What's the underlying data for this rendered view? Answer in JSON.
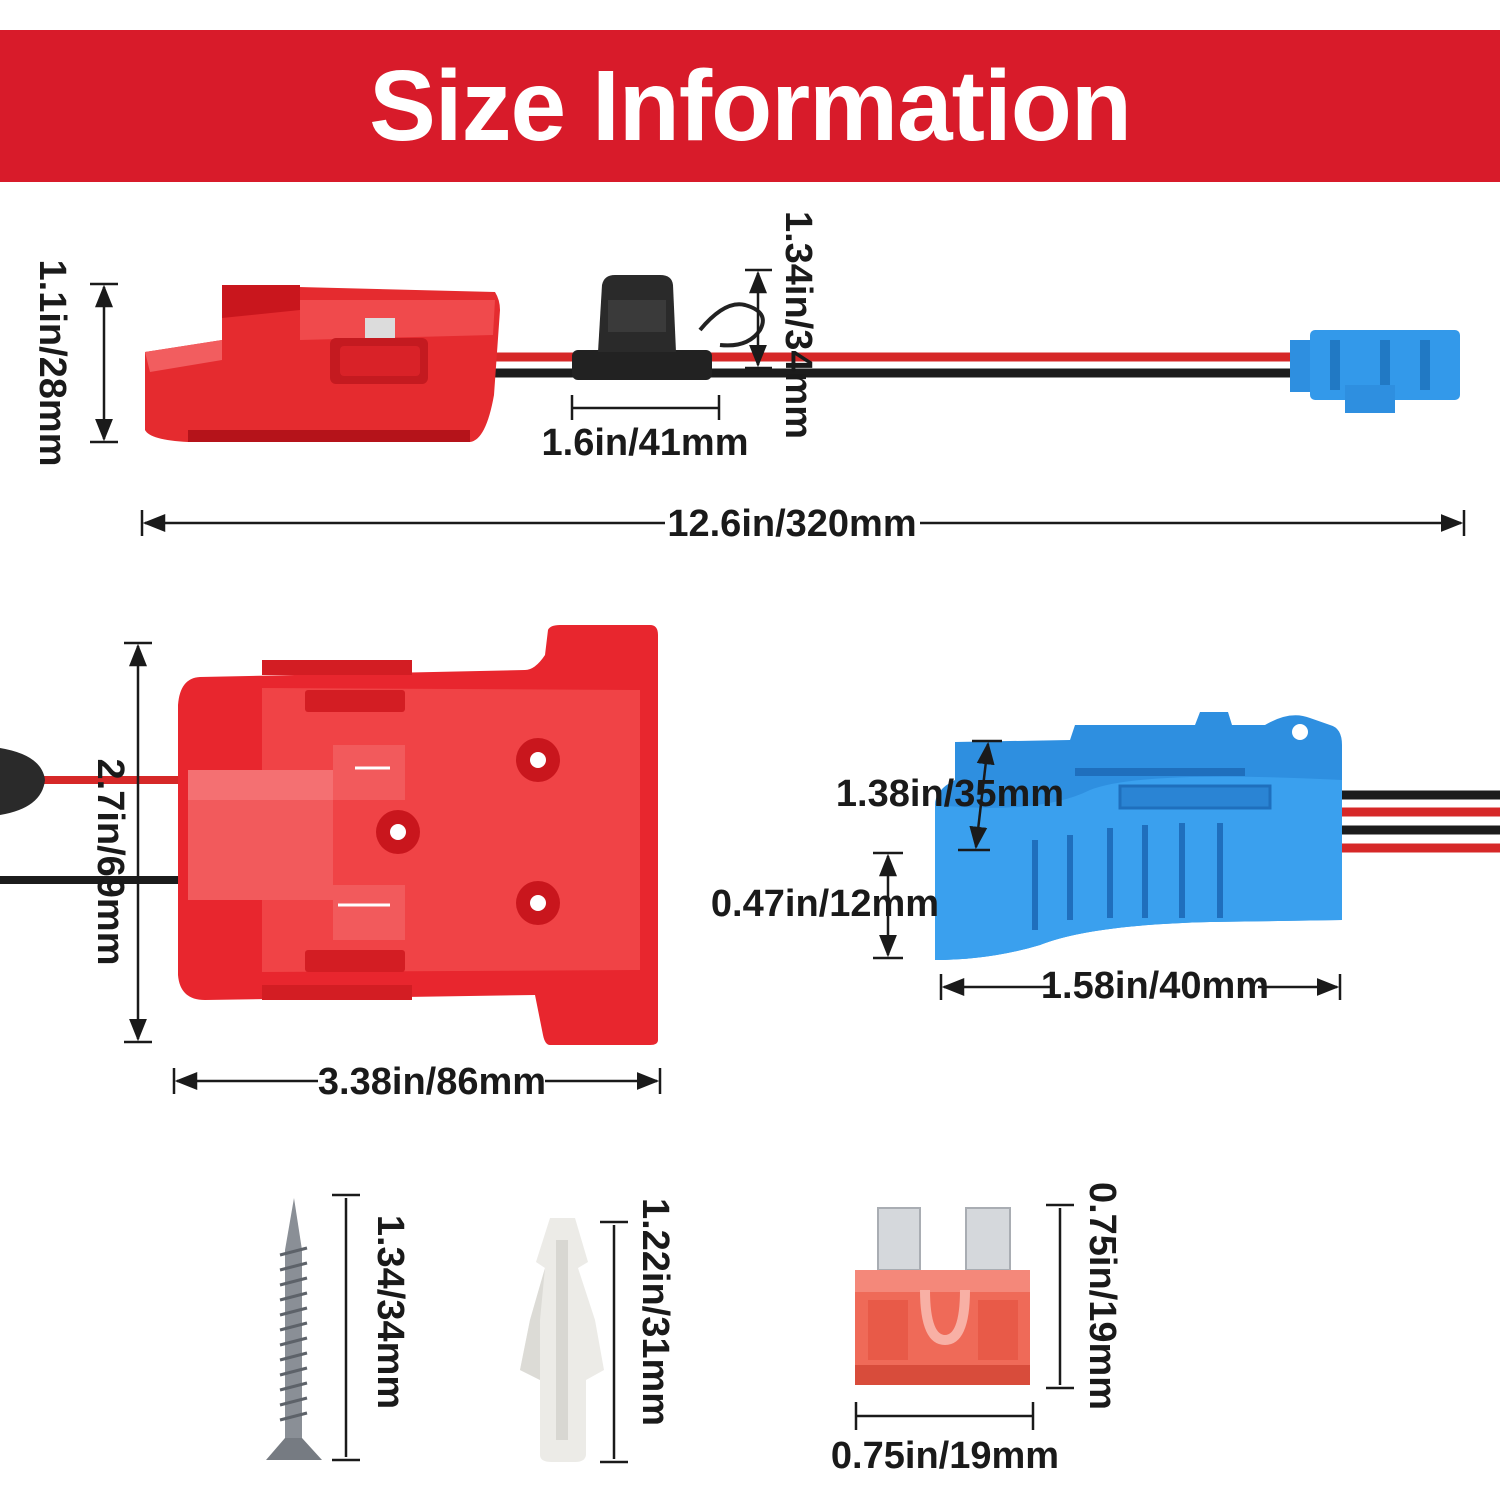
{
  "title": "Size Information",
  "colors": {
    "banner": "#d81b2a",
    "adapter_red": "#e8262e",
    "connector_blue": "#2e8fe0",
    "fuse_orange": "#ef6a58",
    "fuse_holder": "#1f1f1f",
    "anchor_white": "#ececea"
  },
  "labels": {
    "adapter_height": "1.1in/28mm",
    "fuse_holder_height": "1.34in/34mm",
    "fuse_holder_width": "1.6in/41mm",
    "total_length": "12.6in/320mm",
    "adapter_length": "2.7in/69mm",
    "adapter_width": "3.38in/86mm",
    "connector_slot": "1.38in/35mm",
    "connector_height": "0.47in/12mm",
    "connector_width": "1.58in/40mm",
    "screw_length": "1.34/34mm",
    "anchor_length": "1.22in/31mm",
    "fuse_height": "0.75in/19mm",
    "fuse_width": "0.75in/19mm"
  },
  "icons": [
    "battery-adapter",
    "fuse-holder",
    "blue-connector",
    "screw",
    "wall-anchor",
    "blade-fuse"
  ]
}
